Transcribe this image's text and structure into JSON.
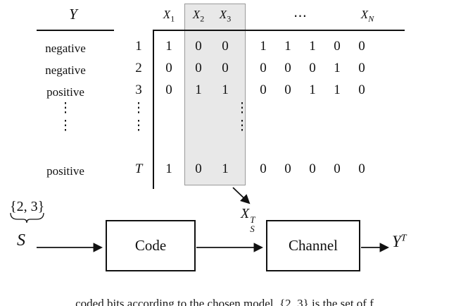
{
  "table": {
    "y_header": "Y",
    "col_headers": [
      {
        "base": "X",
        "sub": "1"
      },
      {
        "base": "X",
        "sub": "2"
      },
      {
        "base": "X",
        "sub": "3"
      },
      {
        "base": "X",
        "sub": "N"
      }
    ],
    "cdots": "⋯",
    "vdots": "⋮",
    "highlight_color": "#e8e8e8",
    "rows": [
      {
        "label": "negative",
        "index": "1",
        "values": [
          "1",
          "0",
          "0",
          "1",
          "1",
          "1",
          "0",
          "0"
        ]
      },
      {
        "label": "negative",
        "index": "2",
        "values": [
          "0",
          "0",
          "0",
          "0",
          "0",
          "0",
          "1",
          "0"
        ]
      },
      {
        "label": "positive",
        "index": "3",
        "values": [
          "0",
          "1",
          "1",
          "0",
          "0",
          "1",
          "1",
          "0"
        ]
      },
      {
        "label": "positive",
        "index": "T",
        "values": [
          "1",
          "0",
          "1",
          "0",
          "0",
          "0",
          "0",
          "0"
        ]
      }
    ]
  },
  "annotation": {
    "selected_set": "{2, 3}",
    "source_label": "S",
    "code_output": {
      "base": "X",
      "sup": "T",
      "sub": "S"
    },
    "channel_output": {
      "base": "Y",
      "sup": "T"
    }
  },
  "flow": {
    "code_box": "Code",
    "channel_box": "Channel"
  },
  "caption_fragment": "coded bits according to the chosen model. {2, 3} is the set of f"
}
